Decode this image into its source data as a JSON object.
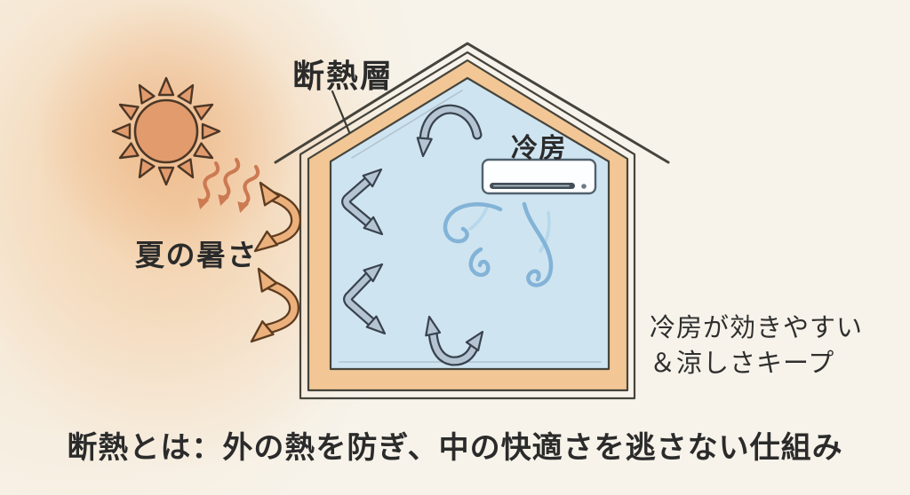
{
  "labels": {
    "insulation_layer": "断熱層",
    "cooling": "冷房",
    "summer_heat": "夏の暑さ",
    "benefit_line1": "冷房が効きやすい",
    "benefit_line2": "＆涼しさキープ",
    "caption": "断熱とは：外の熱を防ぎ、中の快適さを逃さない仕組み"
  },
  "icons": {
    "sun": "circle-with-triangle-rays",
    "heat_waves": "wavy-lines-with-arrowheads",
    "heat_bounce_arrows": "double-headed-chevron-arrows-bouncing-off-wall",
    "air_conditioner": "wall-mounted-unit-with-vent-slot",
    "cool_air_swirls": "spiral-wind-curls",
    "indoor_airflow_arrows": "double-headed-chevron-and-curved-arrows"
  },
  "colors": {
    "background": "#f7f3ea",
    "sun_glow": "#eba86c",
    "sun_fill": "#e29b6d",
    "outline_brown": "#4c3726",
    "heat_wave": "#cc7a52",
    "heat_arrow_fill": "#ecb07c",
    "heat_arrow_outline": "#5e3c20",
    "insulation_fill": "#f2c795",
    "interior_fill": "#cee4f0",
    "interior_arrow_fill": "#b4c4d3",
    "interior_arrow_outline": "#39434e",
    "cool_air": "#83b3d7",
    "cool_air_faint": "#aacfe6",
    "house_outline": "#45443c",
    "ac_outline": "#51616e",
    "text": "#2b2b2b"
  }
}
